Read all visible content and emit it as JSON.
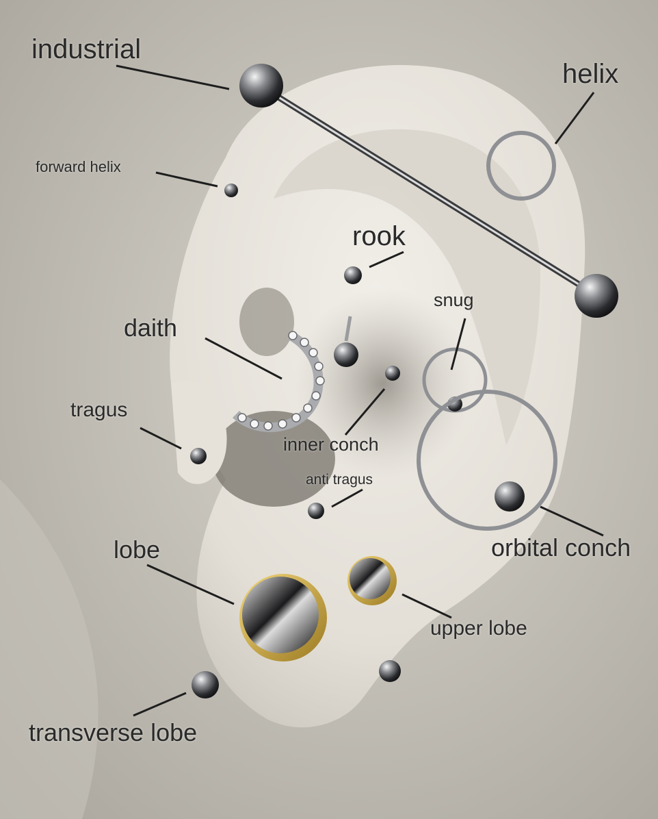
{
  "labels": {
    "industrial": "industrial",
    "helix": "helix",
    "forward_helix": "forward helix",
    "rook": "rook",
    "snug": "snug",
    "daith": "daith",
    "tragus": "tragus",
    "inner_conch": "inner conch",
    "anti_tragus": "anti tragus",
    "lobe": "lobe",
    "orbital_conch": "orbital conch",
    "upper_lobe": "upper lobe",
    "transverse_lobe": "transverse lobe"
  },
  "colors": {
    "background": "#bdb9b0",
    "skin": "#e9e6df",
    "skin_shadow": "#a9a59c",
    "text": "#2a2a2a",
    "metal": "#8e9094",
    "gem": "#1c1c1e",
    "gold": "#c9a23b"
  }
}
